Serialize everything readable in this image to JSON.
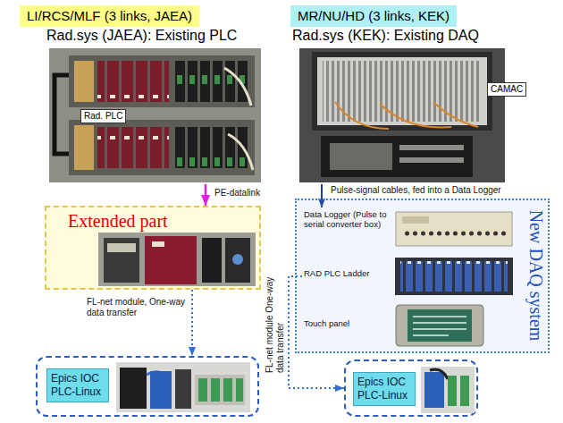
{
  "diagram": {
    "nodes": [
      {
        "text": [
          "LI/RCS/MLF (3 links, JAEA)"
        ]
      },
      {
        "text": [
          "Rad.sys (JAEA): Existing PLC",
          "Rad. PLC"
        ]
      },
      {
        "text": [
          "Extended part"
        ]
      },
      {
        "text": [
          "Epics IOC PLC-Linux"
        ]
      },
      {
        "text": [
          "MR/NU/HD (3 links, KEK)"
        ]
      },
      {
        "text": [
          "Rad.sys (KEK): Existing DAQ",
          "CAMAC"
        ]
      },
      {
        "text": [
          "New DAQ system"
        ]
      },
      {
        "text": [
          "Data Logger (Pulse to serial converter box)"
        ],
        "in": 6
      },
      {
        "text": [
          "RAD PLC Ladder"
        ],
        "in": 6
      },
      {
        "text": [
          "Touch panel"
        ],
        "in": 6
      },
      {
        "text": [
          "Epics IOC PLC-Linux"
        ]
      }
    ],
    "edges": [
      {
        "from": 1,
        "to": 2,
        "arrow": "to",
        "label": "PE-datalink"
      },
      {
        "from": 2,
        "to": 3,
        "arrow": "to",
        "label": "FL-net module, One-way data transfer"
      },
      {
        "from": 5,
        "to": 7,
        "arrow": "to",
        "label": "Pulse-signal cables, fed into a Data Logger"
      },
      {
        "from": 8,
        "to": 10,
        "arrow": "to",
        "label": "FL-net module One-way data transfer"
      }
    ]
  }
}
